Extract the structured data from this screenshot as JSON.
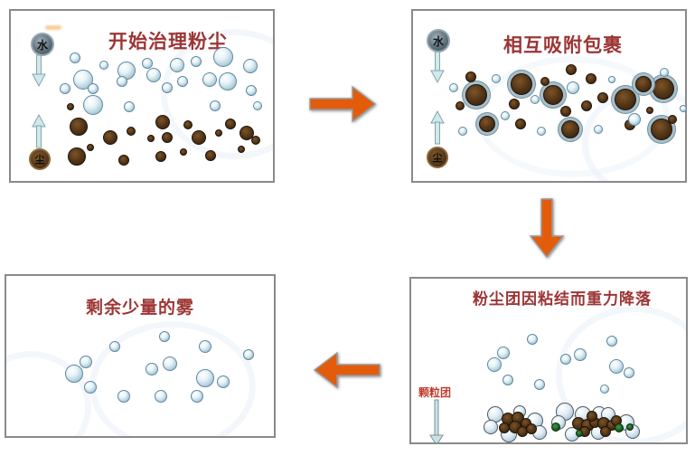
{
  "colors": {
    "title_red": "#9c3534",
    "flow_arrow_orange": "#e25c0c",
    "panel_border_gray": "#8a8a8a",
    "water_droplet_blue": "#b9d4e0",
    "water_rim_blue": "#5f89a1",
    "dust_brown": "#523517",
    "coating_ring_blue": "#a6bfcb",
    "settled_sphere_blue": "#bcd2df",
    "green_particle": "#17521d",
    "pale_arrow_cyan": "#cfe9ec",
    "cluster_label_red": "#c0392b"
  },
  "flow_arrows": [
    {
      "id": "arrow-step1-to-step2",
      "direction": "right"
    },
    {
      "id": "arrow-step2-to-step3",
      "direction": "down"
    },
    {
      "id": "arrow-step3-to-step4",
      "direction": "left"
    }
  ],
  "panels": [
    {
      "id": "p1",
      "title": "开始治理粉尘",
      "legend": {
        "water": "水",
        "dust": "尘"
      },
      "particles": [
        [
          "w",
          83,
          64,
          6
        ],
        [
          "w",
          115,
          72,
          5
        ],
        [
          "w",
          140,
          78,
          10
        ],
        [
          "w",
          163,
          70,
          6
        ],
        [
          "w",
          196,
          72,
          8
        ],
        [
          "w",
          217,
          68,
          6
        ],
        [
          "w",
          247,
          63,
          11
        ],
        [
          "w",
          277,
          73,
          8
        ],
        [
          "w",
          92,
          88,
          11
        ],
        [
          "w",
          103,
          98,
          6
        ],
        [
          "w",
          135,
          90,
          6
        ],
        [
          "w",
          170,
          83,
          8
        ],
        [
          "w",
          185,
          97,
          6
        ],
        [
          "w",
          202,
          90,
          6
        ],
        [
          "w",
          232,
          88,
          8
        ],
        [
          "w",
          252,
          90,
          10
        ],
        [
          "w",
          72,
          98,
          6
        ],
        [
          "w",
          103,
          116,
          11
        ],
        [
          "w",
          143,
          118,
          6
        ],
        [
          "w",
          238,
          117,
          6
        ],
        [
          "w",
          278,
          100,
          6
        ],
        [
          "w",
          285,
          117,
          5
        ],
        [
          "d",
          78,
          118,
          4
        ],
        [
          "d",
          87,
          140,
          10
        ],
        [
          "d",
          122,
          152,
          8
        ],
        [
          "d",
          145,
          145,
          5
        ],
        [
          "d",
          180,
          135,
          8
        ],
        [
          "d",
          167,
          153,
          4
        ],
        [
          "d",
          185,
          152,
          6
        ],
        [
          "d",
          208,
          138,
          5
        ],
        [
          "d",
          220,
          152,
          8
        ],
        [
          "d",
          242,
          147,
          4
        ],
        [
          "d",
          255,
          137,
          6
        ],
        [
          "d",
          273,
          147,
          8
        ],
        [
          "d",
          100,
          163,
          4
        ],
        [
          "d",
          85,
          173,
          10
        ],
        [
          "d",
          137,
          177,
          6
        ],
        [
          "d",
          178,
          173,
          6
        ],
        [
          "d",
          203,
          168,
          4
        ],
        [
          "d",
          233,
          172,
          6
        ],
        [
          "d",
          267,
          165,
          4
        ],
        [
          "d",
          283,
          155,
          5
        ]
      ]
    },
    {
      "id": "p2",
      "title": "相互吸附包裹",
      "legend": {
        "water": "水",
        "dust": "尘"
      },
      "particles": [
        [
          "c",
          527,
          105,
          12
        ],
        [
          "c",
          577,
          93,
          12
        ],
        [
          "c",
          612,
          105,
          11
        ],
        [
          "c",
          692,
          110,
          12
        ],
        [
          "c",
          734,
          98,
          12
        ],
        [
          "c",
          732,
          143,
          12
        ],
        [
          "c",
          539,
          137,
          9
        ],
        [
          "c",
          631,
          143,
          10
        ],
        [
          "c",
          712,
          93,
          9
        ],
        [
          "d",
          569,
          115,
          6
        ],
        [
          "d",
          576,
          137,
          6
        ],
        [
          "d",
          626,
          123,
          6
        ],
        [
          "d",
          649,
          117,
          6
        ],
        [
          "d",
          667,
          108,
          6
        ],
        [
          "d",
          697,
          138,
          6
        ],
        [
          "d",
          521,
          85,
          6
        ],
        [
          "d",
          654,
          87,
          6
        ],
        [
          "d",
          632,
          77,
          6
        ],
        [
          "d",
          509,
          117,
          5
        ],
        [
          "d",
          719,
          122,
          4
        ],
        [
          "d",
          744,
          132,
          5
        ],
        [
          "d",
          603,
          90,
          5
        ],
        [
          "w",
          502,
          97,
          5
        ],
        [
          "w",
          512,
          145,
          5
        ],
        [
          "w",
          549,
          87,
          5
        ],
        [
          "w",
          559,
          128,
          5
        ],
        [
          "w",
          592,
          110,
          5
        ],
        [
          "w",
          599,
          145,
          5
        ],
        [
          "w",
          634,
          97,
          7
        ],
        [
          "w",
          662,
          143,
          5
        ],
        [
          "w",
          677,
          88,
          4
        ],
        [
          "w",
          735,
          80,
          5
        ],
        [
          "w",
          702,
          132,
          7
        ],
        [
          "w",
          756,
          120,
          4
        ]
      ]
    },
    {
      "id": "p3",
      "title": "粉尘团因粘结而重力降落",
      "cluster_label": "颗粒团",
      "particles": [
        [
          "w",
          589,
          375,
          6
        ],
        [
          "w",
          557,
          390,
          7
        ],
        [
          "w",
          547,
          403,
          8
        ],
        [
          "w",
          562,
          420,
          6
        ],
        [
          "w",
          626,
          397,
          6
        ],
        [
          "w",
          642,
          392,
          7
        ],
        [
          "w",
          677,
          377,
          6
        ],
        [
          "w",
          682,
          405,
          8
        ],
        [
          "w",
          696,
          412,
          6
        ],
        [
          "w",
          597,
          425,
          6
        ],
        [
          "w",
          669,
          430,
          5
        ],
        [
          "s",
          548,
          458,
          9
        ],
        [
          "s",
          543,
          472,
          8
        ],
        [
          "s",
          563,
          480,
          9
        ],
        [
          "s",
          592,
          465,
          9
        ],
        [
          "s",
          597,
          478,
          8
        ],
        [
          "s",
          575,
          455,
          7
        ],
        [
          "d",
          562,
          463,
          7
        ],
        [
          "d",
          573,
          462,
          7
        ],
        [
          "d",
          582,
          468,
          6
        ],
        [
          "d",
          570,
          472,
          7
        ],
        [
          "d",
          558,
          473,
          6
        ],
        [
          "d",
          578,
          477,
          6
        ],
        [
          "d",
          588,
          474,
          6
        ],
        [
          "s",
          625,
          455,
          10
        ],
        [
          "s",
          618,
          467,
          8
        ],
        [
          "s",
          645,
          458,
          9
        ],
        [
          "s",
          663,
          457,
          8
        ],
        [
          "s",
          673,
          458,
          8
        ],
        [
          "s",
          693,
          467,
          9
        ],
        [
          "s",
          633,
          480,
          8
        ],
        [
          "s",
          662,
          478,
          8
        ],
        [
          "s",
          700,
          477,
          8
        ],
        [
          "d",
          640,
          468,
          7
        ],
        [
          "d",
          650,
          470,
          7
        ],
        [
          "d",
          658,
          467,
          6
        ],
        [
          "d",
          668,
          468,
          7
        ],
        [
          "d",
          677,
          470,
          6
        ],
        [
          "d",
          682,
          465,
          6
        ],
        [
          "d",
          647,
          477,
          6
        ],
        [
          "d",
          670,
          477,
          6
        ],
        [
          "d",
          655,
          460,
          6
        ],
        [
          "g",
          615,
          472,
          5
        ],
        [
          "g",
          685,
          473,
          5
        ],
        [
          "g",
          697,
          472,
          4
        ],
        [
          "g",
          641,
          479,
          4
        ]
      ]
    },
    {
      "id": "p4",
      "title": "剩余少量的雾",
      "particles": [
        [
          "w",
          182,
          372,
          6
        ],
        [
          "w",
          127,
          383,
          6
        ],
        [
          "w",
          227,
          383,
          7
        ],
        [
          "w",
          275,
          392,
          6
        ],
        [
          "w",
          95,
          400,
          7
        ],
        [
          "w",
          188,
          402,
          8
        ],
        [
          "w",
          168,
          408,
          7
        ],
        [
          "w",
          82,
          413,
          10
        ],
        [
          "w",
          227,
          418,
          10
        ],
        [
          "w",
          247,
          422,
          7
        ],
        [
          "w",
          100,
          428,
          7
        ],
        [
          "w",
          137,
          438,
          7
        ],
        [
          "w",
          178,
          438,
          7
        ],
        [
          "w",
          218,
          438,
          7
        ]
      ]
    }
  ]
}
